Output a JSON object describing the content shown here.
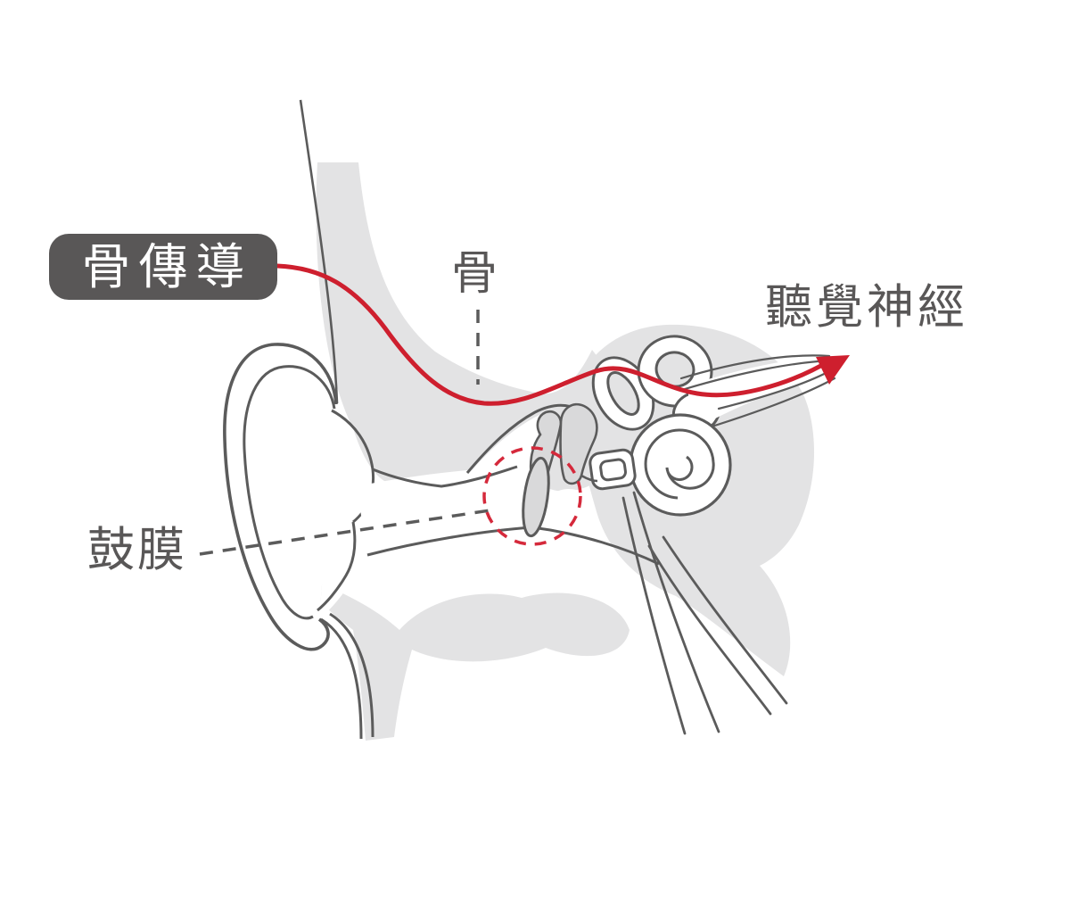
{
  "labels": {
    "bone_conduction_tag": "骨傳導",
    "bone": "骨",
    "auditory_nerve": "聽覺神經",
    "eardrum": "鼓膜"
  },
  "icons": {
    "flow_arrow": "red-arrowhead-triangle",
    "highlight": "red-dashed-circle"
  },
  "colors": {
    "path_red": "#ce1f2e",
    "highlight_red": "#d5293b",
    "tag_background": "#595757",
    "tag_text": "#ffffff",
    "label_text": "#595757",
    "outline_gray": "#5b5b5b",
    "bone_shading": "#e3e3e4",
    "background": "#ffffff"
  }
}
